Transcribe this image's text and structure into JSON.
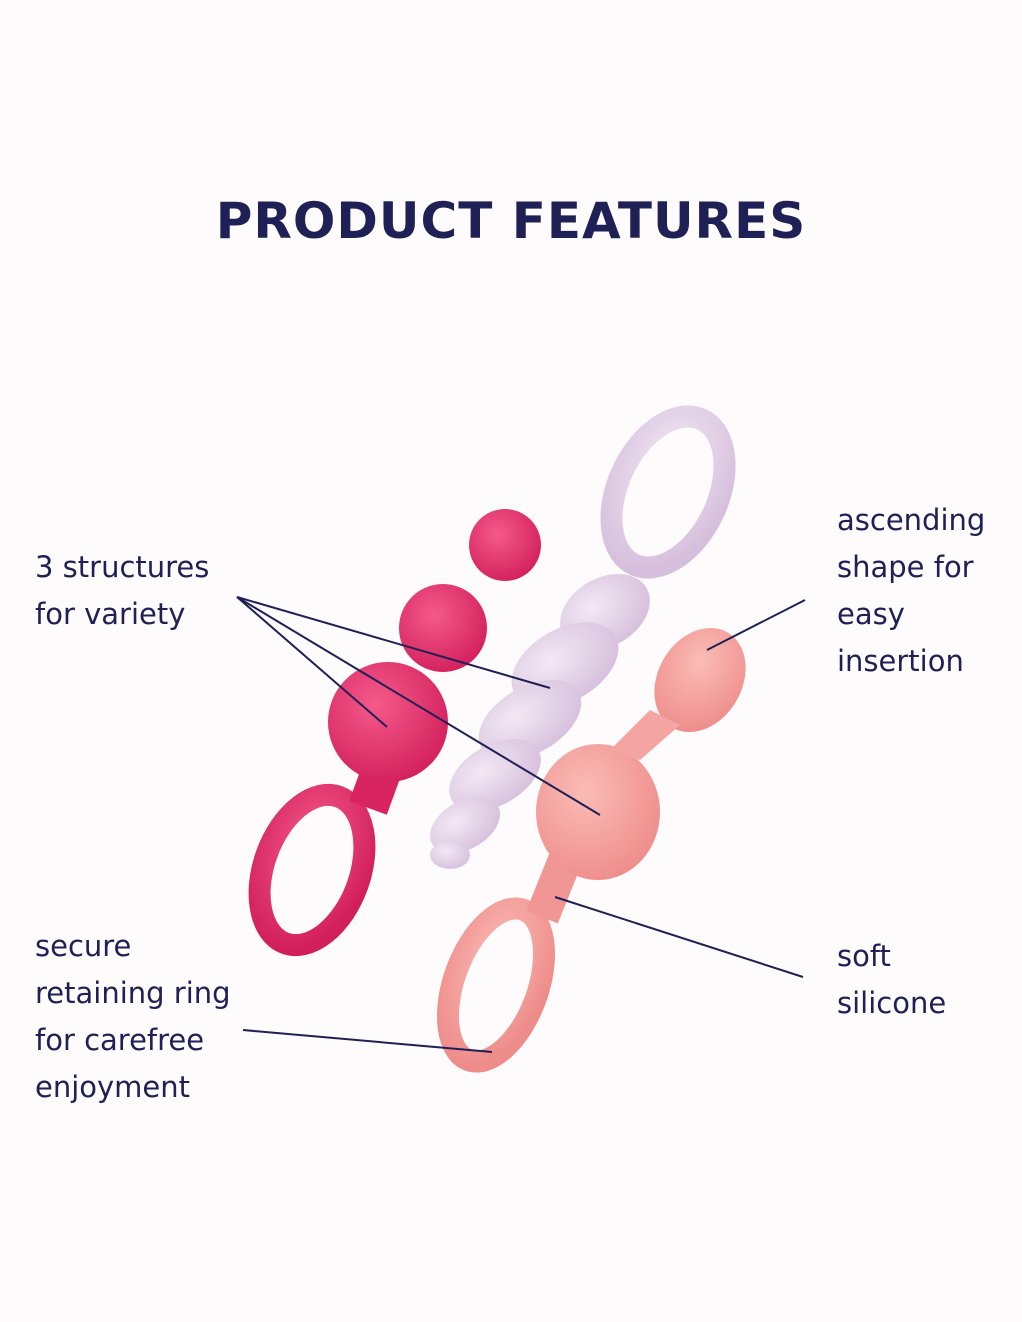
{
  "title": "PRODUCT FEATURES",
  "features": {
    "structures": [
      "3 structures",
      "for variety"
    ],
    "ascending": [
      "ascending",
      "shape for",
      "easy",
      "insertion"
    ],
    "ring": [
      "secure",
      "retaining ring",
      "for carefree",
      "enjoyment"
    ],
    "silicone": [
      "soft",
      "silicone"
    ]
  },
  "colors": {
    "text": "#1f2056",
    "pink": "#e8336e",
    "lavender": "#e6d4e9",
    "coral": "#f6a3a0"
  }
}
